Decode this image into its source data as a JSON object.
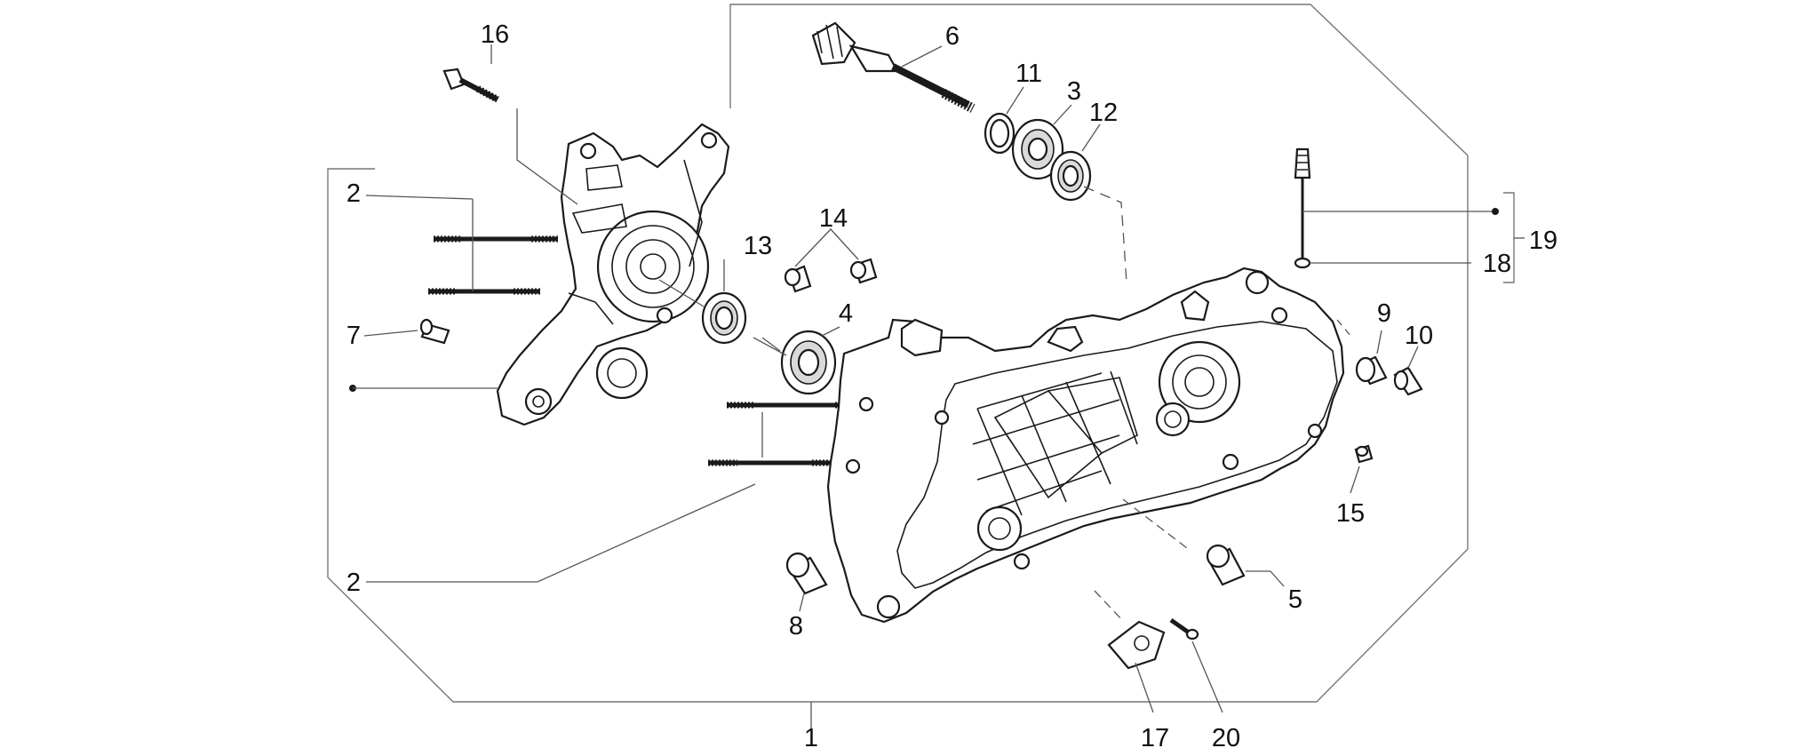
{
  "callouts": {
    "c1": "1",
    "c2a": "2",
    "c2b": "2",
    "c3": "3",
    "c4": "4",
    "c5": "5",
    "c6": "6",
    "c7": "7",
    "c8": "8",
    "c9": "9",
    "c10": "10",
    "c11": "11",
    "c12": "12",
    "c13": "13",
    "c14": "14",
    "c15": "15",
    "c16": "16",
    "c17": "17",
    "c18": "18",
    "c19": "19",
    "c20": "20"
  }
}
